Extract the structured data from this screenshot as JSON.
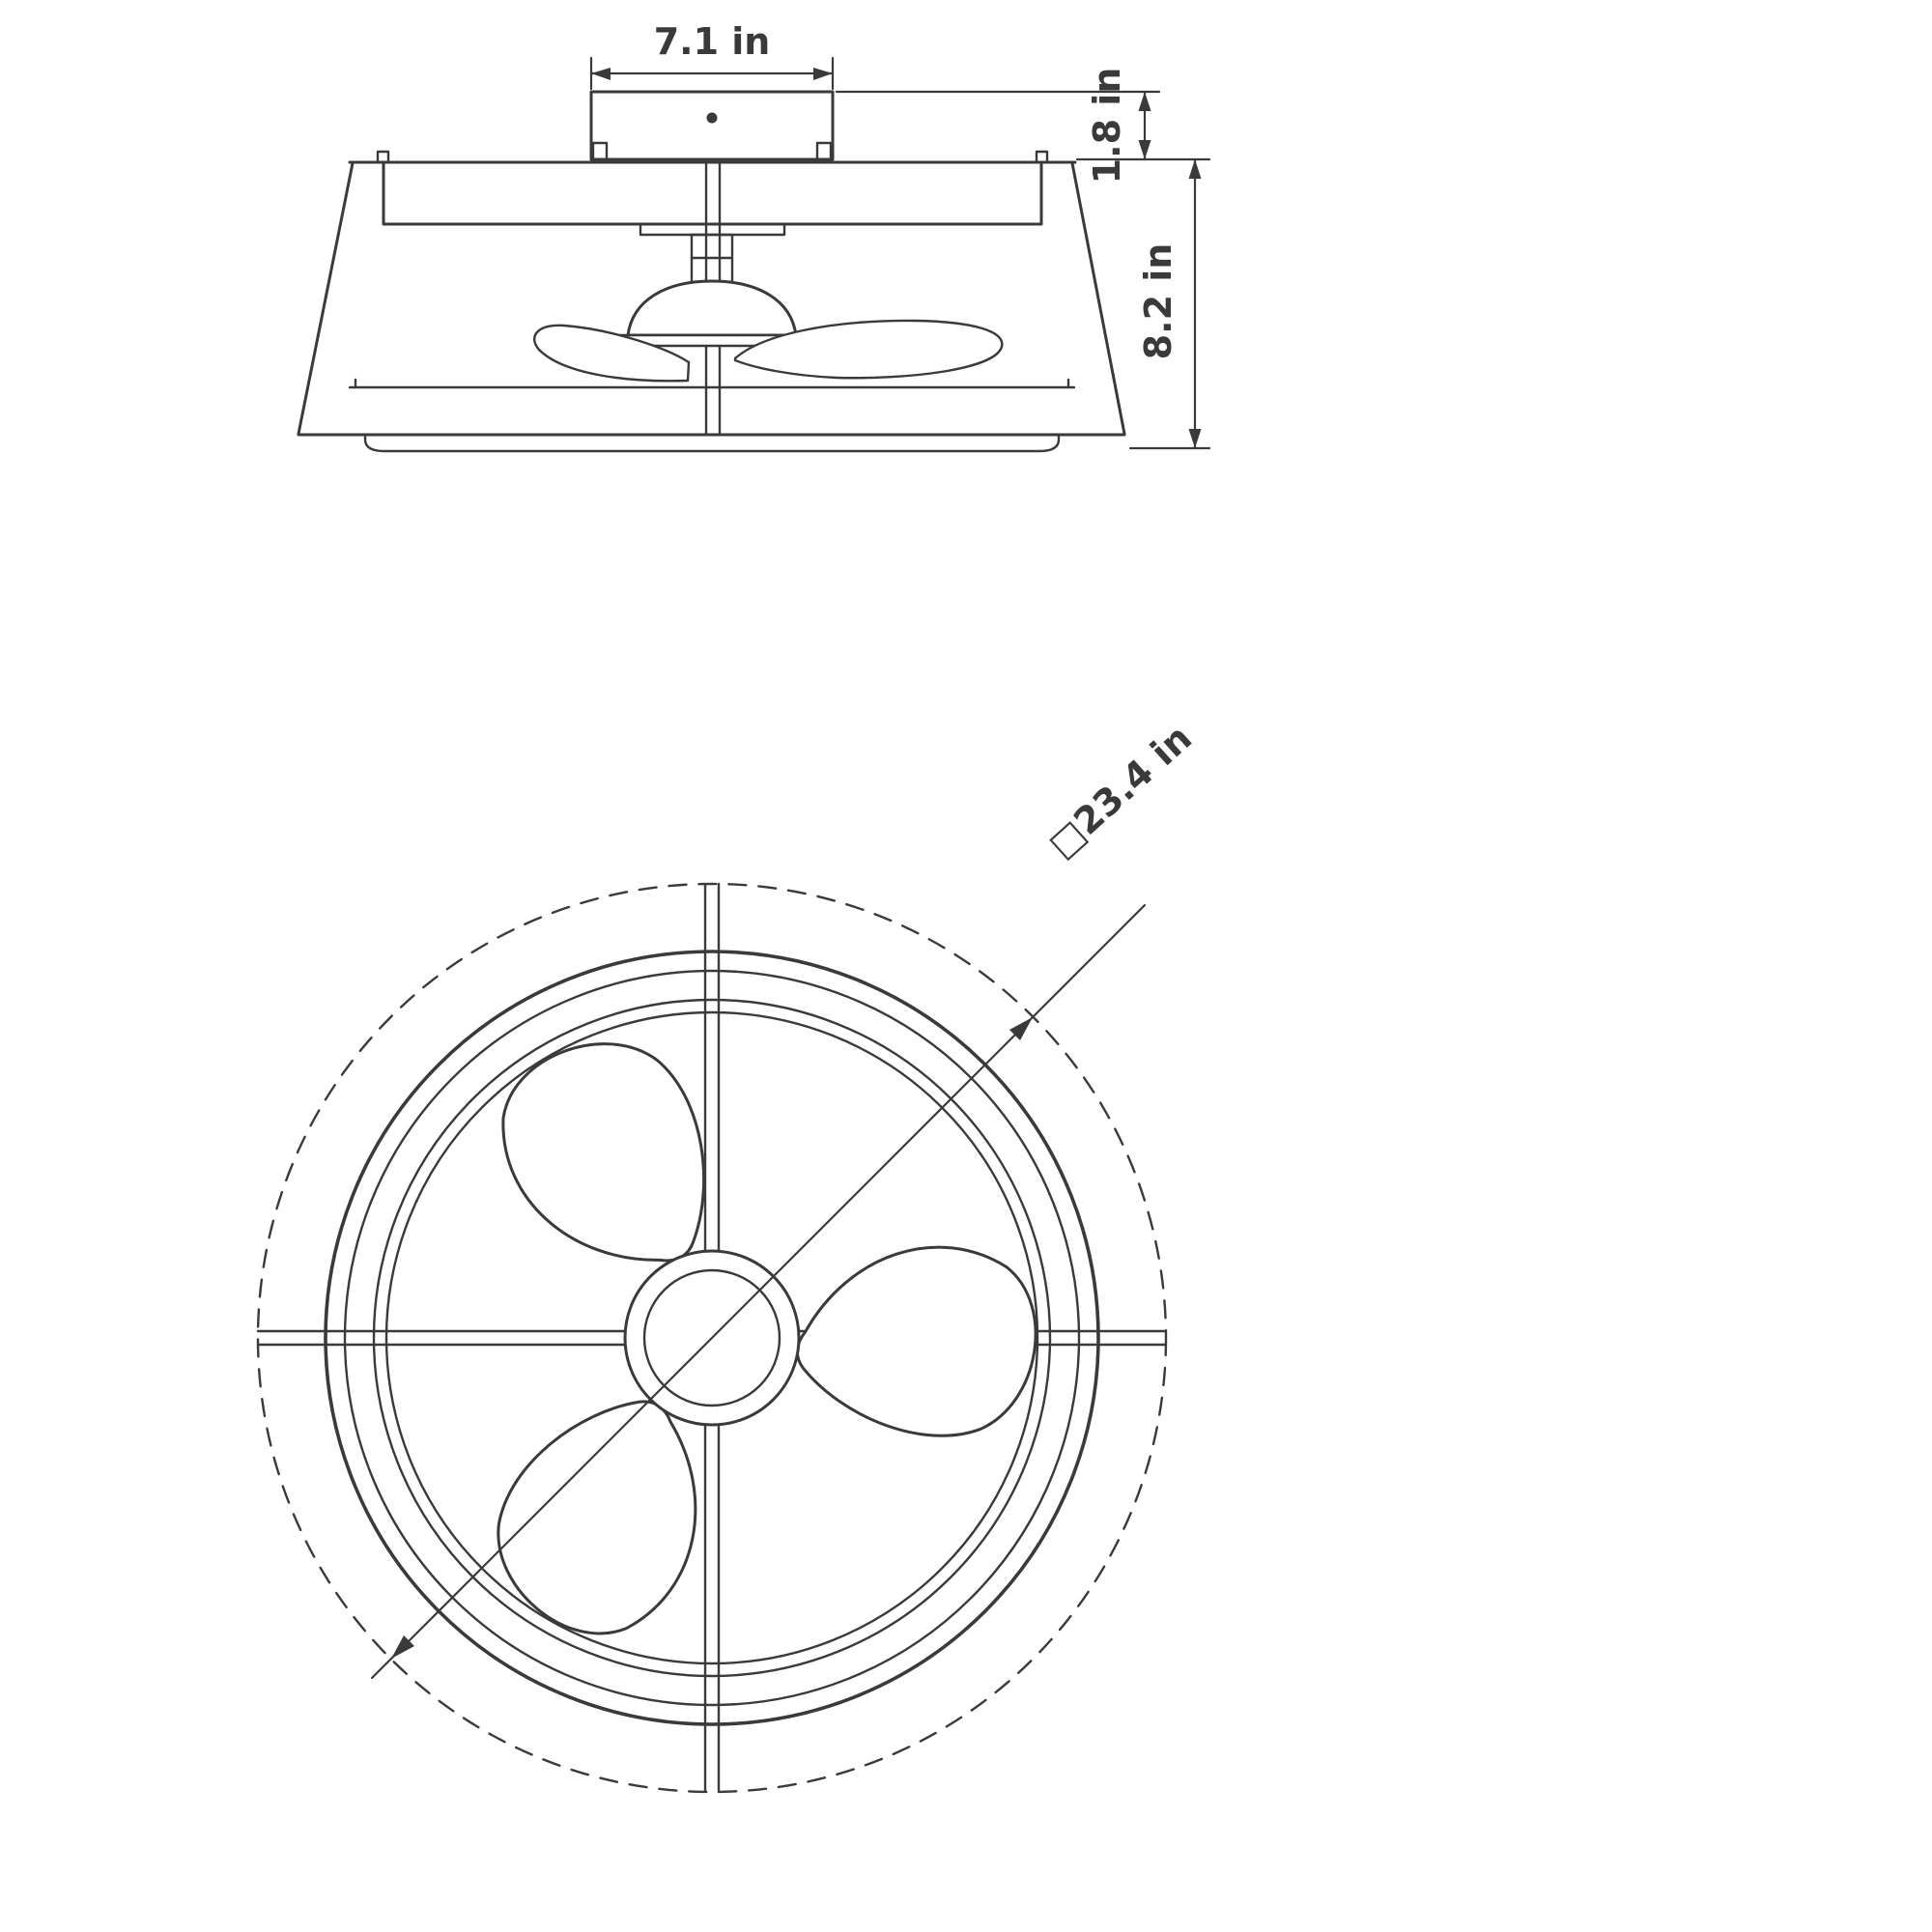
{
  "colors": {
    "line": "#3a3a3a",
    "background": "#ffffff"
  },
  "side_view": {
    "dim_canopy_width": "7.1 in",
    "dim_canopy_height": "1.8 in",
    "dim_fixture_height": "8.2 in"
  },
  "plan_view": {
    "dim_diagonal": "□23.4 in"
  }
}
